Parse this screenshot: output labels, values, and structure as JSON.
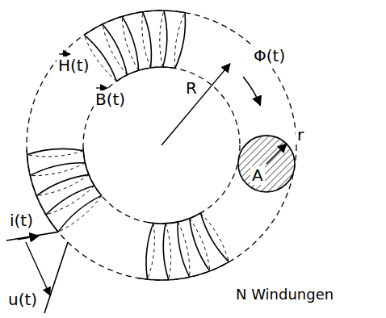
{
  "diagram": {
    "labels": [
      "H(t)",
      "B(t)",
      "R",
      "Φ(t)",
      "r",
      "A",
      "i(t)",
      "u(t)",
      "N Windungen"
    ]
  }
}
